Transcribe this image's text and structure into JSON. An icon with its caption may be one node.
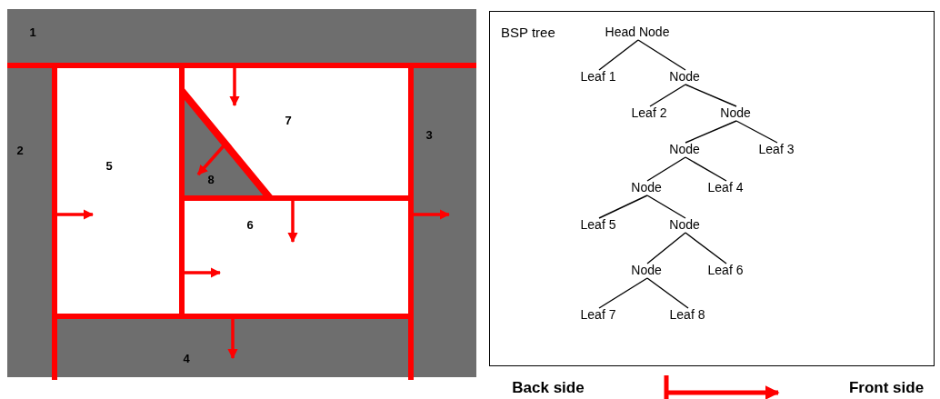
{
  "diagram": {
    "nodes": [
      {
        "text": [
          "BSP tree"
        ]
      },
      {
        "text": [
          "Head Node"
        ],
        "in": 0
      },
      {
        "text": [
          "Leaf 1"
        ],
        "in": 0
      },
      {
        "text": [
          "Node"
        ],
        "in": 0
      },
      {
        "text": [
          "Leaf 2"
        ],
        "in": 0
      },
      {
        "text": [
          "Node"
        ],
        "in": 0
      },
      {
        "text": [
          "Node"
        ],
        "in": 0
      },
      {
        "text": [
          "Leaf 3"
        ],
        "in": 0
      },
      {
        "text": [
          "Node"
        ],
        "in": 0
      },
      {
        "text": [
          "Leaf 4"
        ],
        "in": 0
      },
      {
        "text": [
          "Leaf 5"
        ],
        "in": 0
      },
      {
        "text": [
          "Node"
        ],
        "in": 0
      },
      {
        "text": [
          "Node"
        ],
        "in": 0
      },
      {
        "text": [
          "Leaf 6"
        ],
        "in": 0
      },
      {
        "text": [
          "Leaf 7"
        ],
        "in": 0
      },
      {
        "text": [
          "Leaf 8"
        ],
        "in": 0
      }
    ],
    "edges": [
      {
        "from": 1,
        "to": 2,
        "arrow": "none"
      },
      {
        "from": 1,
        "to": 3,
        "arrow": "none"
      },
      {
        "from": 3,
        "to": 4,
        "arrow": "none"
      },
      {
        "from": 3,
        "to": 5,
        "arrow": "none"
      },
      {
        "from": 5,
        "to": 6,
        "arrow": "none"
      },
      {
        "from": 5,
        "to": 7,
        "arrow": "none"
      },
      {
        "from": 6,
        "to": 8,
        "arrow": "none"
      },
      {
        "from": 6,
        "to": 9,
        "arrow": "none"
      },
      {
        "from": 8,
        "to": 10,
        "arrow": "none"
      },
      {
        "from": 8,
        "to": 11,
        "arrow": "none"
      },
      {
        "from": 11,
        "to": 12,
        "arrow": "none"
      },
      {
        "from": 11,
        "to": 13,
        "arrow": "none"
      },
      {
        "from": 12,
        "to": 14,
        "arrow": "none"
      },
      {
        "from": 12,
        "to": 15,
        "arrow": "none"
      }
    ],
    "labels": [
      "1",
      "7",
      "3",
      "2",
      "5",
      "8",
      "6",
      "4",
      "Back side",
      "Front side"
    ]
  }
}
